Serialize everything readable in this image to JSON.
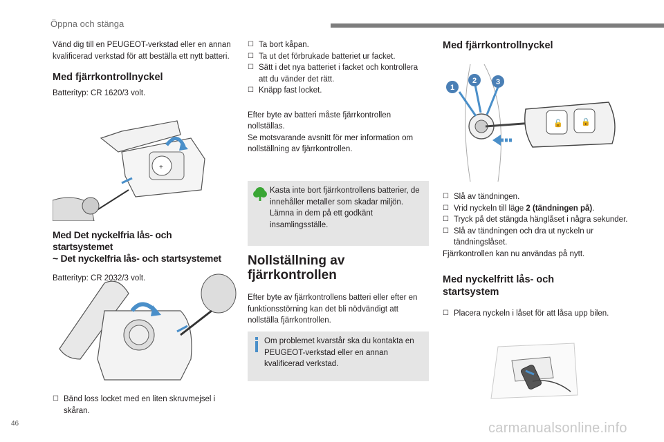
{
  "header": {
    "section": "Öppna och stänga"
  },
  "col1": {
    "intro": "Vänd dig till en PEUGEOT-verkstad eller en annan kvalificerad verkstad för att beställa ett nytt batteri.",
    "h_remote": "Med fjärrkontrollnyckel",
    "battery1": "Batterityp: CR 1620/3 volt.",
    "h_keyless_1": "Med Det nyckelfria lås- och startsystemet",
    "h_keyless_2": "~ Det nyckelfria lås- och startsystemet",
    "battery2": "Batterityp: CR 2032/3 volt.",
    "bullet_bend": "Bänd loss locket med en liten skruvmejsel i skåran."
  },
  "col2": {
    "bullets": [
      "Ta bort kåpan.",
      "Ta ut det förbrukade batteriet ur facket.",
      "Sätt i det nya batteriet i facket och kontrollera att du vänder det rätt.",
      "Knäpp fast locket."
    ],
    "after_change": "Efter byte av batteri måste fjärrkontrollen nollställas.",
    "see_section": "Se motsvarande avsnitt för mer information om nollställning av fjärrkontrollen.",
    "env_note": "Kasta inte bort fjärrkontrollens batterier, de innehåller metaller som skadar miljön.",
    "env_note2": "Lämna in dem på ett godkänt insamlingsställe.",
    "h_reset_1": "Nollställning av",
    "h_reset_2": "fjärrkontrollen",
    "reset_text": "Efter byte av fjärrkontrollens batteri eller efter en funktionsstörning kan det bli nödvändigt att nollställa fjärrkontrollen.",
    "info_note": "Om problemet kvarstår ska du kontakta en PEUGEOT-verkstad eller en annan kvalificerad verkstad."
  },
  "col3": {
    "h_remote": "Med fjärrkontrollnyckel",
    "callouts": [
      "1",
      "2",
      "3"
    ],
    "b1": "Slå av tändningen.",
    "b2_pre": "Vrid nyckeln till läge ",
    "b2_bold": "2 (tändningen på)",
    "b2_post": ".",
    "b3": "Tryck på det stängda hänglåset i några sekunder.",
    "b4": "Slå av tändningen och dra ut nyckeln ur tändningslåset.",
    "after": "Fjärrkontrollen kan nu användas på nytt.",
    "h_keyless_1": "Med nyckelfritt lås- och",
    "h_keyless_2": "startsystem",
    "b5": "Placera nyckeln i låset för att låsa upp bilen."
  },
  "footer": {
    "page": "46",
    "watermark": "carmanualsonline.info"
  },
  "colors": {
    "accent_blue": "#4a8fc9",
    "accent_green": "#3aa635",
    "note_bg": "#e5e5e5",
    "callout_blue": "#4a7fb5"
  }
}
